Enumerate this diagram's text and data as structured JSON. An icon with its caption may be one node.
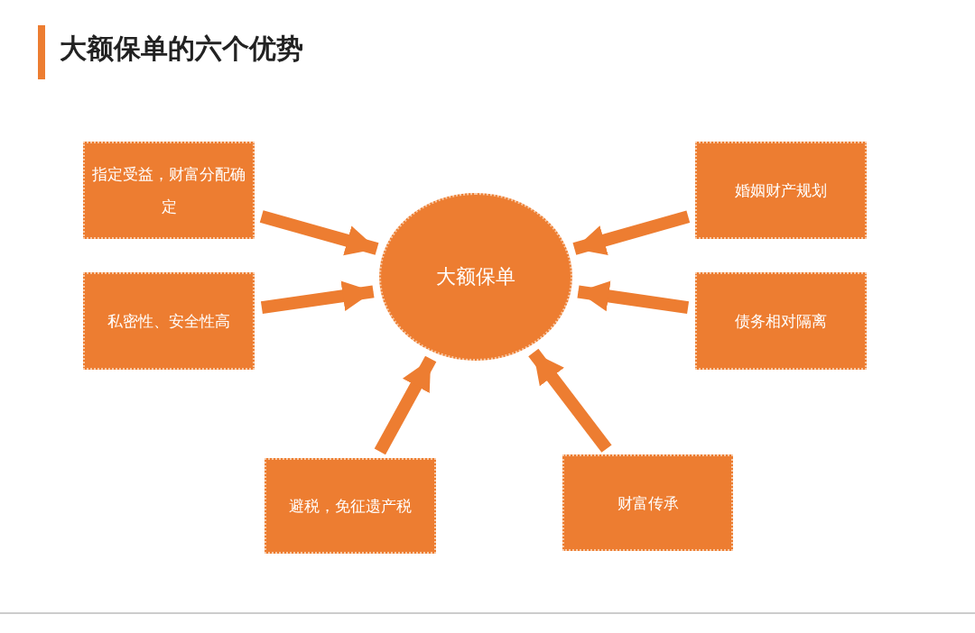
{
  "diagram": {
    "title": "大额保单的六个优势",
    "nodes": [
      {
        "text": [
          "大额保单"
        ]
      },
      {
        "text": [
          "指定受益，财富分配确定"
        ]
      },
      {
        "text": [
          "私密性、安全性高"
        ]
      },
      {
        "text": [
          "避税，免征遗产税"
        ]
      },
      {
        "text": [
          "婚姻财产规划"
        ]
      },
      {
        "text": [
          "债务相对隔离"
        ]
      },
      {
        "text": [
          "财富传承"
        ]
      }
    ],
    "edges": [
      {
        "from": 1,
        "to": 0,
        "arrow": "to"
      },
      {
        "from": 2,
        "to": 0,
        "arrow": "to"
      },
      {
        "from": 3,
        "to": 0,
        "arrow": "to"
      },
      {
        "from": 4,
        "to": 0,
        "arrow": "to"
      },
      {
        "from": 5,
        "to": 0,
        "arrow": "to"
      },
      {
        "from": 6,
        "to": 0,
        "arrow": "to"
      }
    ]
  }
}
